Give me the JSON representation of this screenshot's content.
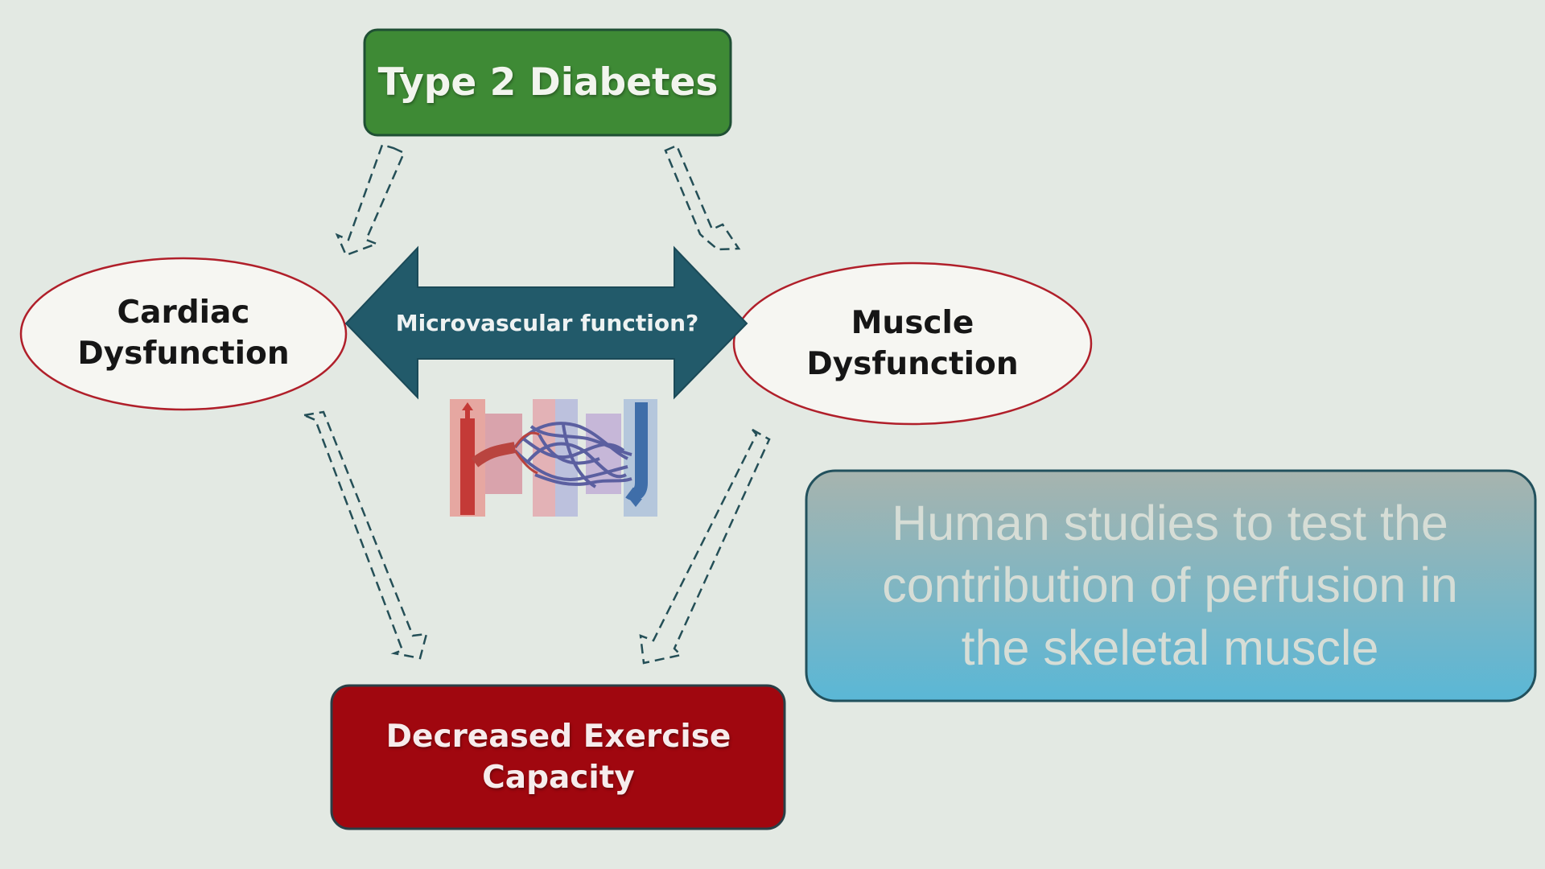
{
  "diagram": {
    "top_box": {
      "label": "Type 2 Diabetes",
      "color": "#3e8a35"
    },
    "left_node": {
      "label_line1": "Cardiac",
      "label_line2": "Dysfunction",
      "stroke": "#b01f2a"
    },
    "right_node": {
      "label_line1": "Muscle",
      "label_line2": "Dysfunction",
      "stroke": "#b01f2a"
    },
    "center_arrow": {
      "label": "Microvascular function?",
      "color": "#225a6a"
    },
    "bottom_box": {
      "label_line1": "Decreased Exercise",
      "label_line2": "Capacity",
      "color": "#a0070f"
    },
    "callout": {
      "line1": "Human studies to test the",
      "line2": "contribution of perfusion in",
      "line3": "the skeletal muscle",
      "gradient_top": "#a7b4ae",
      "gradient_bottom": "#5ab7d6"
    },
    "icons": [
      "microvasculature-capillary-bed-icon"
    ]
  }
}
